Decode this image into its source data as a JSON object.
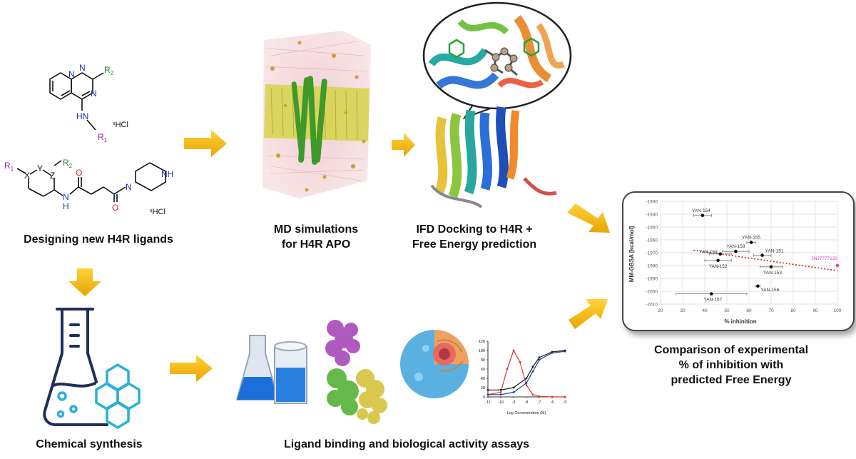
{
  "captions": {
    "design": "Designing new H4R ligands",
    "md_line1": "MD simulations",
    "md_line2": "for H4R APO",
    "ifd_line1": "IFD Docking to H4R +",
    "ifd_line2": "Free Energy prediction",
    "synthesis": "Chemical synthesis",
    "assays": "Ligand binding and biological activity assays",
    "comparison_line1": "Comparison of experimental",
    "comparison_line2": "% of inhibition with",
    "comparison_line3": "predicted Free Energy"
  },
  "structures": {
    "s1_r2": "R",
    "s1_r2_sub": "2",
    "s1_hcl": "HCl",
    "s1_hn": "HN",
    "s1_r1": "R",
    "s1_r1_sub": "1",
    "s1_n_top": "N",
    "s1_n_left": "N",
    "s1_n_mid": "N",
    "s2_r1": "R",
    "s2_r1_sub": "1",
    "s2_x": "X",
    "s2_y": "Y",
    "s2_z": "Z",
    "s2_r2": "R",
    "s2_r2_sub": "2",
    "s2_o1": "O",
    "s2_n_amide": "N",
    "s2_h_amide": "H",
    "s2_n_pip": "N",
    "s2_nh": "NH",
    "s2_o2": "O",
    "s2_hcl": "HCl"
  },
  "colors": {
    "arrow": "#f5b800",
    "regression": "#d8231f",
    "highlight": "#e040c0",
    "flask_line": "#1f2e5a",
    "flask_accent": "#2ab0d8"
  },
  "chart_data": [
    {
      "type": "scatter",
      "title": "",
      "xlabel": "% inhinition",
      "ylabel": "MM-GBSA [kcal/mol]",
      "xlim": [
        20,
        100
      ],
      "ylim": [
        -2010,
        -1930
      ],
      "xticks": [
        20,
        30,
        40,
        50,
        60,
        70,
        80,
        90,
        100
      ],
      "yticks": [
        -1930,
        -1940,
        -1950,
        -1960,
        -1970,
        -1980,
        -1990,
        -2000,
        -2010
      ],
      "grid": true,
      "points": [
        {
          "label": "YAN-154",
          "x": 39,
          "y": -1941,
          "xerr": 4
        },
        {
          "label": "YAN-155",
          "x": 61,
          "y": -1962,
          "xerr": 2
        },
        {
          "label": "YAN-158",
          "x": 54,
          "y": -1969,
          "xerr": 6
        },
        {
          "label": "YAN-159",
          "x": 47,
          "y": -1971,
          "xerr": 5
        },
        {
          "label": "YAN-151",
          "x": 66,
          "y": -1972,
          "xerr": 4
        },
        {
          "label": "YAN-152",
          "x": 46,
          "y": -1976,
          "xerr": 6
        },
        {
          "label": "YAN-153",
          "x": 70,
          "y": -1981,
          "xerr": 5
        },
        {
          "label": "YAN-156",
          "x": 64,
          "y": -1996,
          "xerr": 1
        },
        {
          "label": "YAN-157",
          "x": 43,
          "y": -2002,
          "xerr": 16
        },
        {
          "label": "JNJ7777120",
          "x": 100,
          "y": -1980,
          "xerr": 0,
          "highlight": true
        }
      ],
      "trendline": {
        "x": [
          35,
          100
        ],
        "y": [
          -1968,
          -1984
        ],
        "style": "dotted"
      }
    },
    {
      "type": "line",
      "title": "",
      "xlabel": "Log Concentration (M)",
      "ylabel": "",
      "xlim": [
        -11,
        -5
      ],
      "ylim": [
        0,
        120
      ],
      "xticks": [
        -11,
        -10,
        -9,
        -8,
        -7,
        -6,
        -5
      ],
      "yticks": [
        0,
        20,
        40,
        60,
        80,
        100,
        120
      ],
      "series": [
        {
          "x": [
            -11,
            -10,
            -9.5,
            -9,
            -8.5,
            -8,
            -7.5,
            -7,
            -6,
            -5
          ],
          "y": [
            5,
            10,
            60,
            100,
            75,
            25,
            5,
            1,
            0,
            0
          ]
        },
        {
          "x": [
            -11,
            -10,
            -9,
            -8,
            -7.5,
            -7,
            -6,
            -5
          ],
          "y": [
            15,
            15,
            20,
            40,
            65,
            85,
            97,
            100
          ]
        },
        {
          "x": [
            -11,
            -10,
            -9,
            -8,
            -7.5,
            -7,
            -6,
            -5
          ],
          "y": [
            5,
            5,
            10,
            30,
            55,
            80,
            95,
            98
          ]
        }
      ]
    }
  ]
}
